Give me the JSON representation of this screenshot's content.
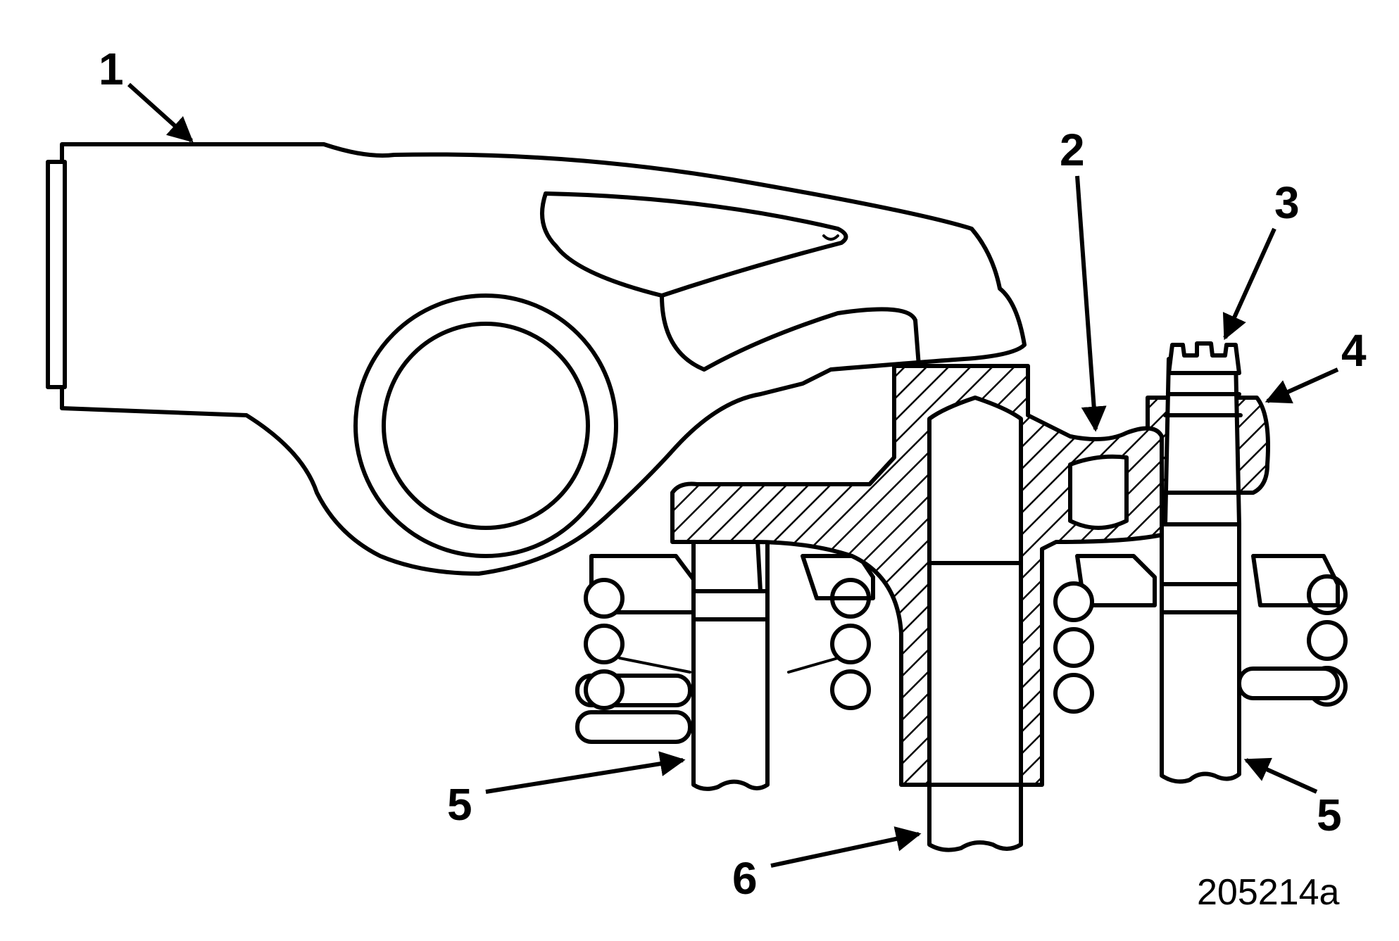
{
  "callouts": {
    "c1": "1",
    "c2": "2",
    "c3": "3",
    "c4": "4",
    "c5_left": "5",
    "c5_right": "5",
    "c6": "6"
  },
  "figure_id": "205214a",
  "colors": {
    "line": "#000000",
    "background": "#ffffff"
  }
}
